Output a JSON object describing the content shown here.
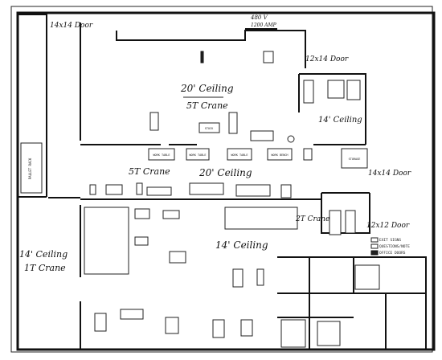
{
  "labels": {
    "door_14x14_nw": "14x14 Door",
    "power": "480 V",
    "power_amp": "1200 AMP",
    "door_12x14": "12x14 Door",
    "ceiling_20_top": "20' Ceiling",
    "crane_5t_top": "5T Crane",
    "ceiling_14_ne": "14' Ceiling",
    "crane_5t_mid": "5T Crane",
    "ceiling_20_mid": "20' Ceiling",
    "door_14x14_e": "14x14 Door",
    "crane_2t": "2T Crane",
    "door_12x12": "12x12 Door",
    "ceiling_14_center": "14' Ceiling",
    "ceiling_14_sw": "14' Ceiling",
    "crane_1t": "1T Crane"
  },
  "legend": {
    "items": [
      "EXIT SIGNS",
      "QUESTIONS/NOTE",
      "OFFICE DOORS"
    ]
  },
  "benches": {
    "work_table": "WORK TABLE",
    "pallet_rack": "PALLET RACK",
    "work_bench": "WORK BENCH",
    "storage": "STORAGE",
    "stock": "STOCK"
  }
}
